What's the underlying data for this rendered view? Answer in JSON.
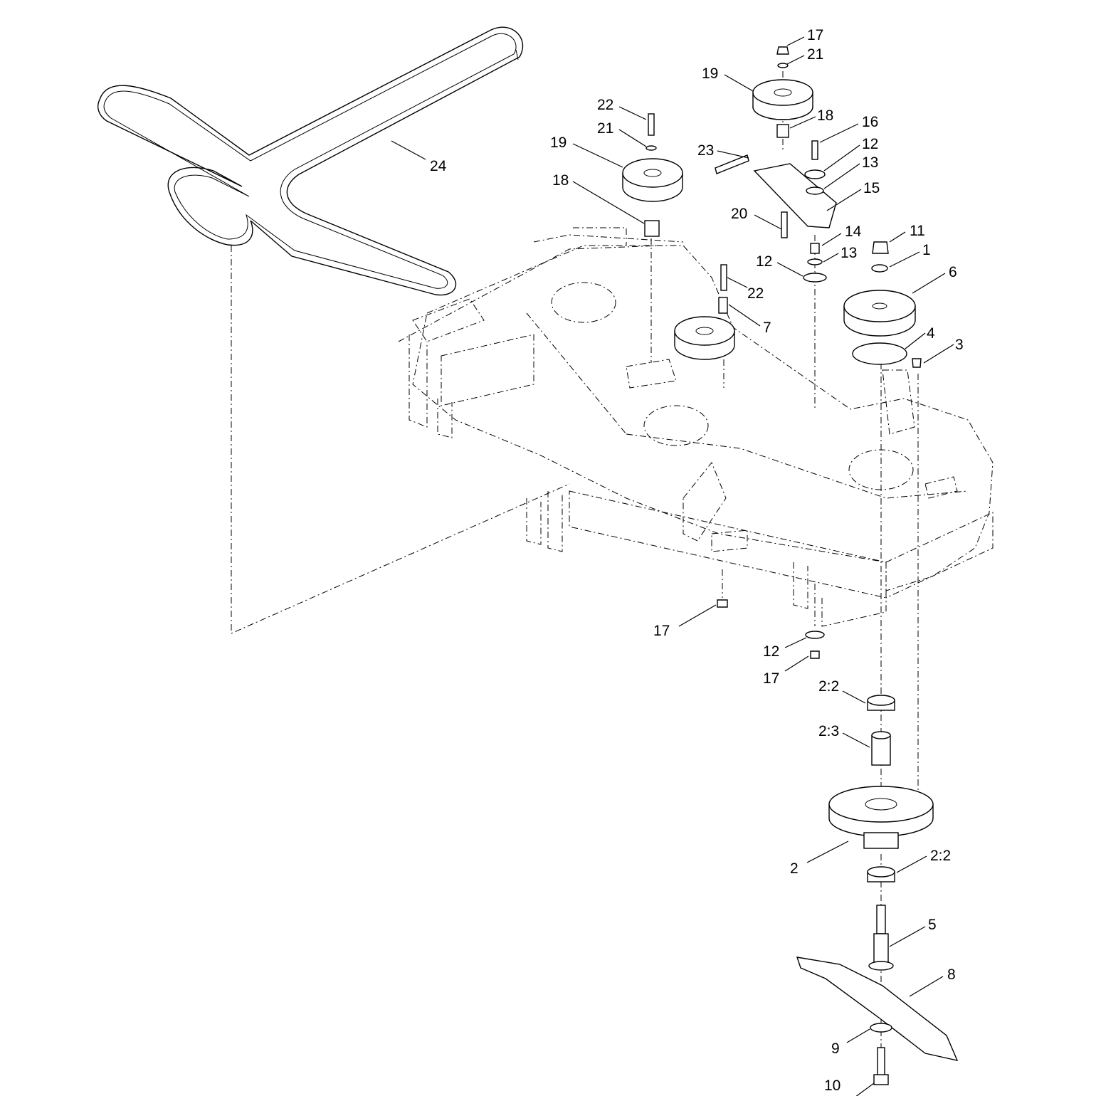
{
  "callouts": [
    {
      "id": "c17a",
      "text": "17"
    },
    {
      "id": "c21a",
      "text": "21"
    },
    {
      "id": "c19a",
      "text": "19"
    },
    {
      "id": "c18a",
      "text": "18"
    },
    {
      "id": "c16",
      "text": "16"
    },
    {
      "id": "c12a",
      "text": "12"
    },
    {
      "id": "c13a",
      "text": "13"
    },
    {
      "id": "c15",
      "text": "15"
    },
    {
      "id": "c23",
      "text": "23"
    },
    {
      "id": "c22a",
      "text": "22"
    },
    {
      "id": "c21b",
      "text": "21"
    },
    {
      "id": "c19b",
      "text": "19"
    },
    {
      "id": "c18b",
      "text": "18"
    },
    {
      "id": "c24",
      "text": "24"
    },
    {
      "id": "c20",
      "text": "20"
    },
    {
      "id": "c14",
      "text": "14"
    },
    {
      "id": "c13b",
      "text": "13"
    },
    {
      "id": "c12b",
      "text": "12"
    },
    {
      "id": "c11",
      "text": "11"
    },
    {
      "id": "c1",
      "text": "1"
    },
    {
      "id": "c6",
      "text": "6"
    },
    {
      "id": "c22b",
      "text": "22"
    },
    {
      "id": "c7",
      "text": "7"
    },
    {
      "id": "c4",
      "text": "4"
    },
    {
      "id": "c3",
      "text": "3"
    },
    {
      "id": "c17b",
      "text": "17"
    },
    {
      "id": "c12c",
      "text": "12"
    },
    {
      "id": "c17c",
      "text": "17"
    },
    {
      "id": "c2_2a",
      "text": "2:2"
    },
    {
      "id": "c2_3",
      "text": "2:3"
    },
    {
      "id": "c2",
      "text": "2"
    },
    {
      "id": "c2_2b",
      "text": "2:2"
    },
    {
      "id": "c5",
      "text": "5"
    },
    {
      "id": "c8",
      "text": "8"
    },
    {
      "id": "c9",
      "text": "9"
    },
    {
      "id": "c10",
      "text": "10"
    }
  ]
}
